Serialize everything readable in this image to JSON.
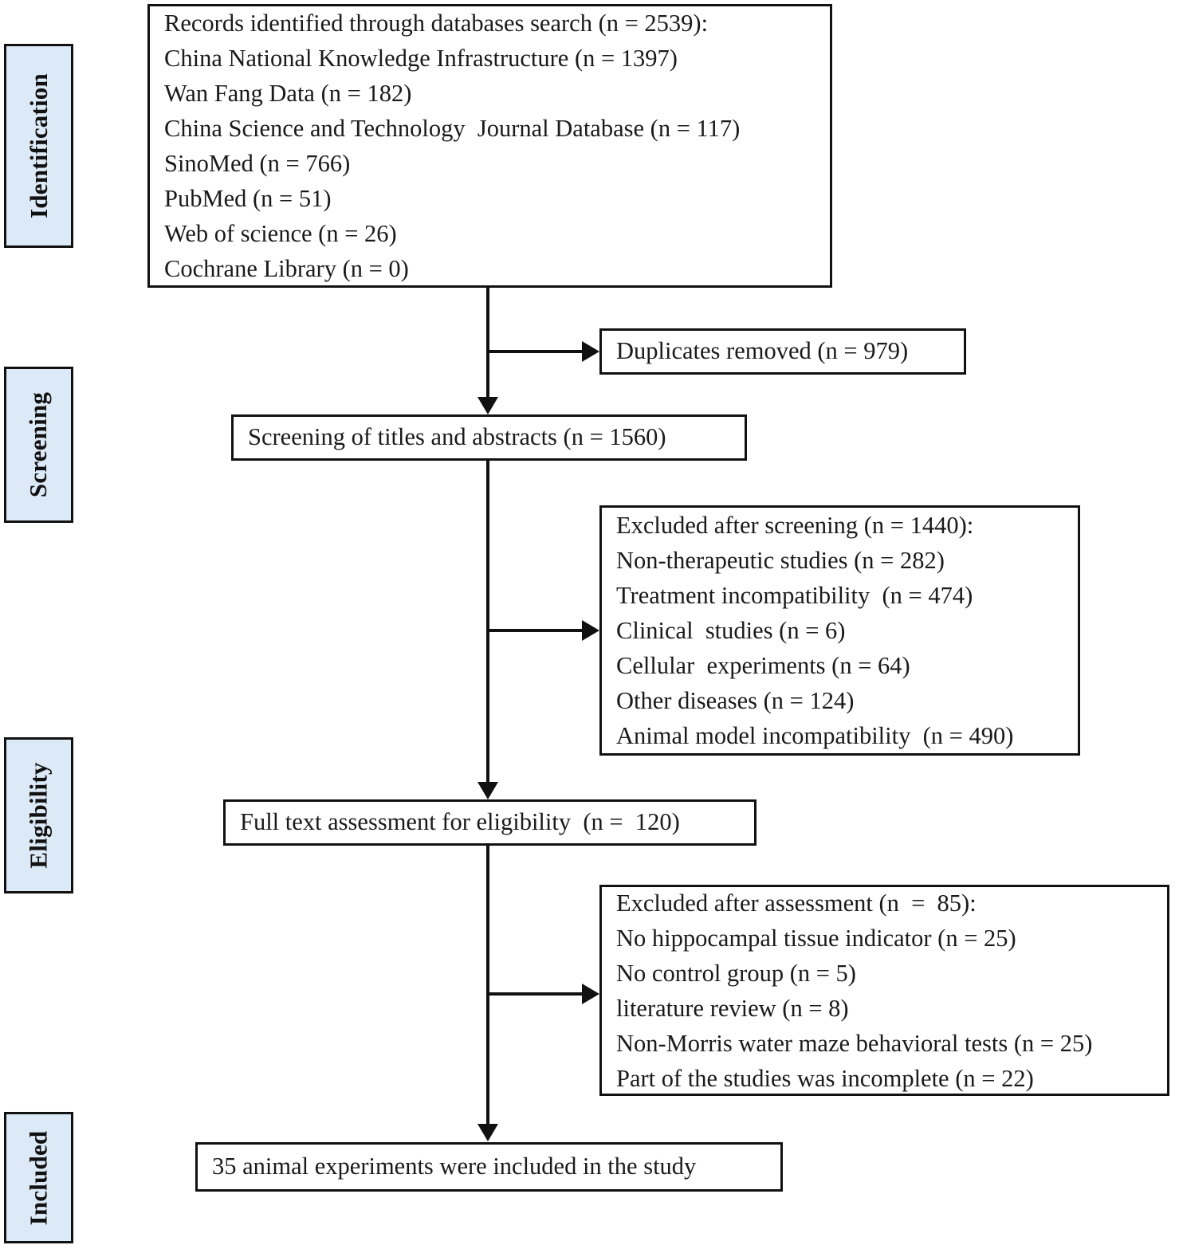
{
  "diagram": {
    "title": "PRISMA study selection flow diagram",
    "accent_color": "#dce9f6",
    "line_color": "#111111",
    "stages": [
      {
        "id": "identification",
        "label": "Identification"
      },
      {
        "id": "screening",
        "label": "Screening"
      },
      {
        "id": "eligibility",
        "label": "Eligibility"
      },
      {
        "id": "included",
        "label": "Included"
      }
    ],
    "boxes": {
      "identified": {
        "lines": [
          "Records identified through databases search (n = 2539):",
          "China National Knowledge Infrastructure (n = 1397)",
          "Wan Fang Data (n = 182)",
          "China Science and Technology  Journal Database (n = 117)",
          "SinoMed (n = 766)",
          "PubMed (n = 51)",
          "Web of science (n = 26)",
          "Cochrane Library (n = 0)"
        ]
      },
      "duplicates": {
        "lines": [
          "Duplicates removed (n = 979)"
        ]
      },
      "screening": {
        "lines": [
          "Screening of titles and abstracts (n = 1560)"
        ]
      },
      "excluded_screening": {
        "lines": [
          "Excluded after screening (n = 1440):",
          "Non-therapeutic studies (n = 282)",
          "Treatment incompatibility  (n = 474)",
          "Clinical  studies (n = 6)",
          "Cellular  experiments (n = 64)",
          "Other diseases (n = 124)",
          "Animal model incompatibility  (n = 490)"
        ]
      },
      "fulltext": {
        "lines": [
          "Full text assessment for eligibility  (n =  120)"
        ]
      },
      "excluded_assessment": {
        "lines": [
          "Excluded after assessment (n  =  85):",
          "No hippocampal tissue indicator (n = 25)",
          "No control group (n = 5)",
          "literature review (n = 8)",
          "Non-Morris water maze behavioral tests (n = 25)",
          "Part of the studies was incomplete (n = 22)"
        ]
      },
      "included": {
        "lines": [
          "35 animal experiments were included in the study"
        ]
      }
    }
  }
}
